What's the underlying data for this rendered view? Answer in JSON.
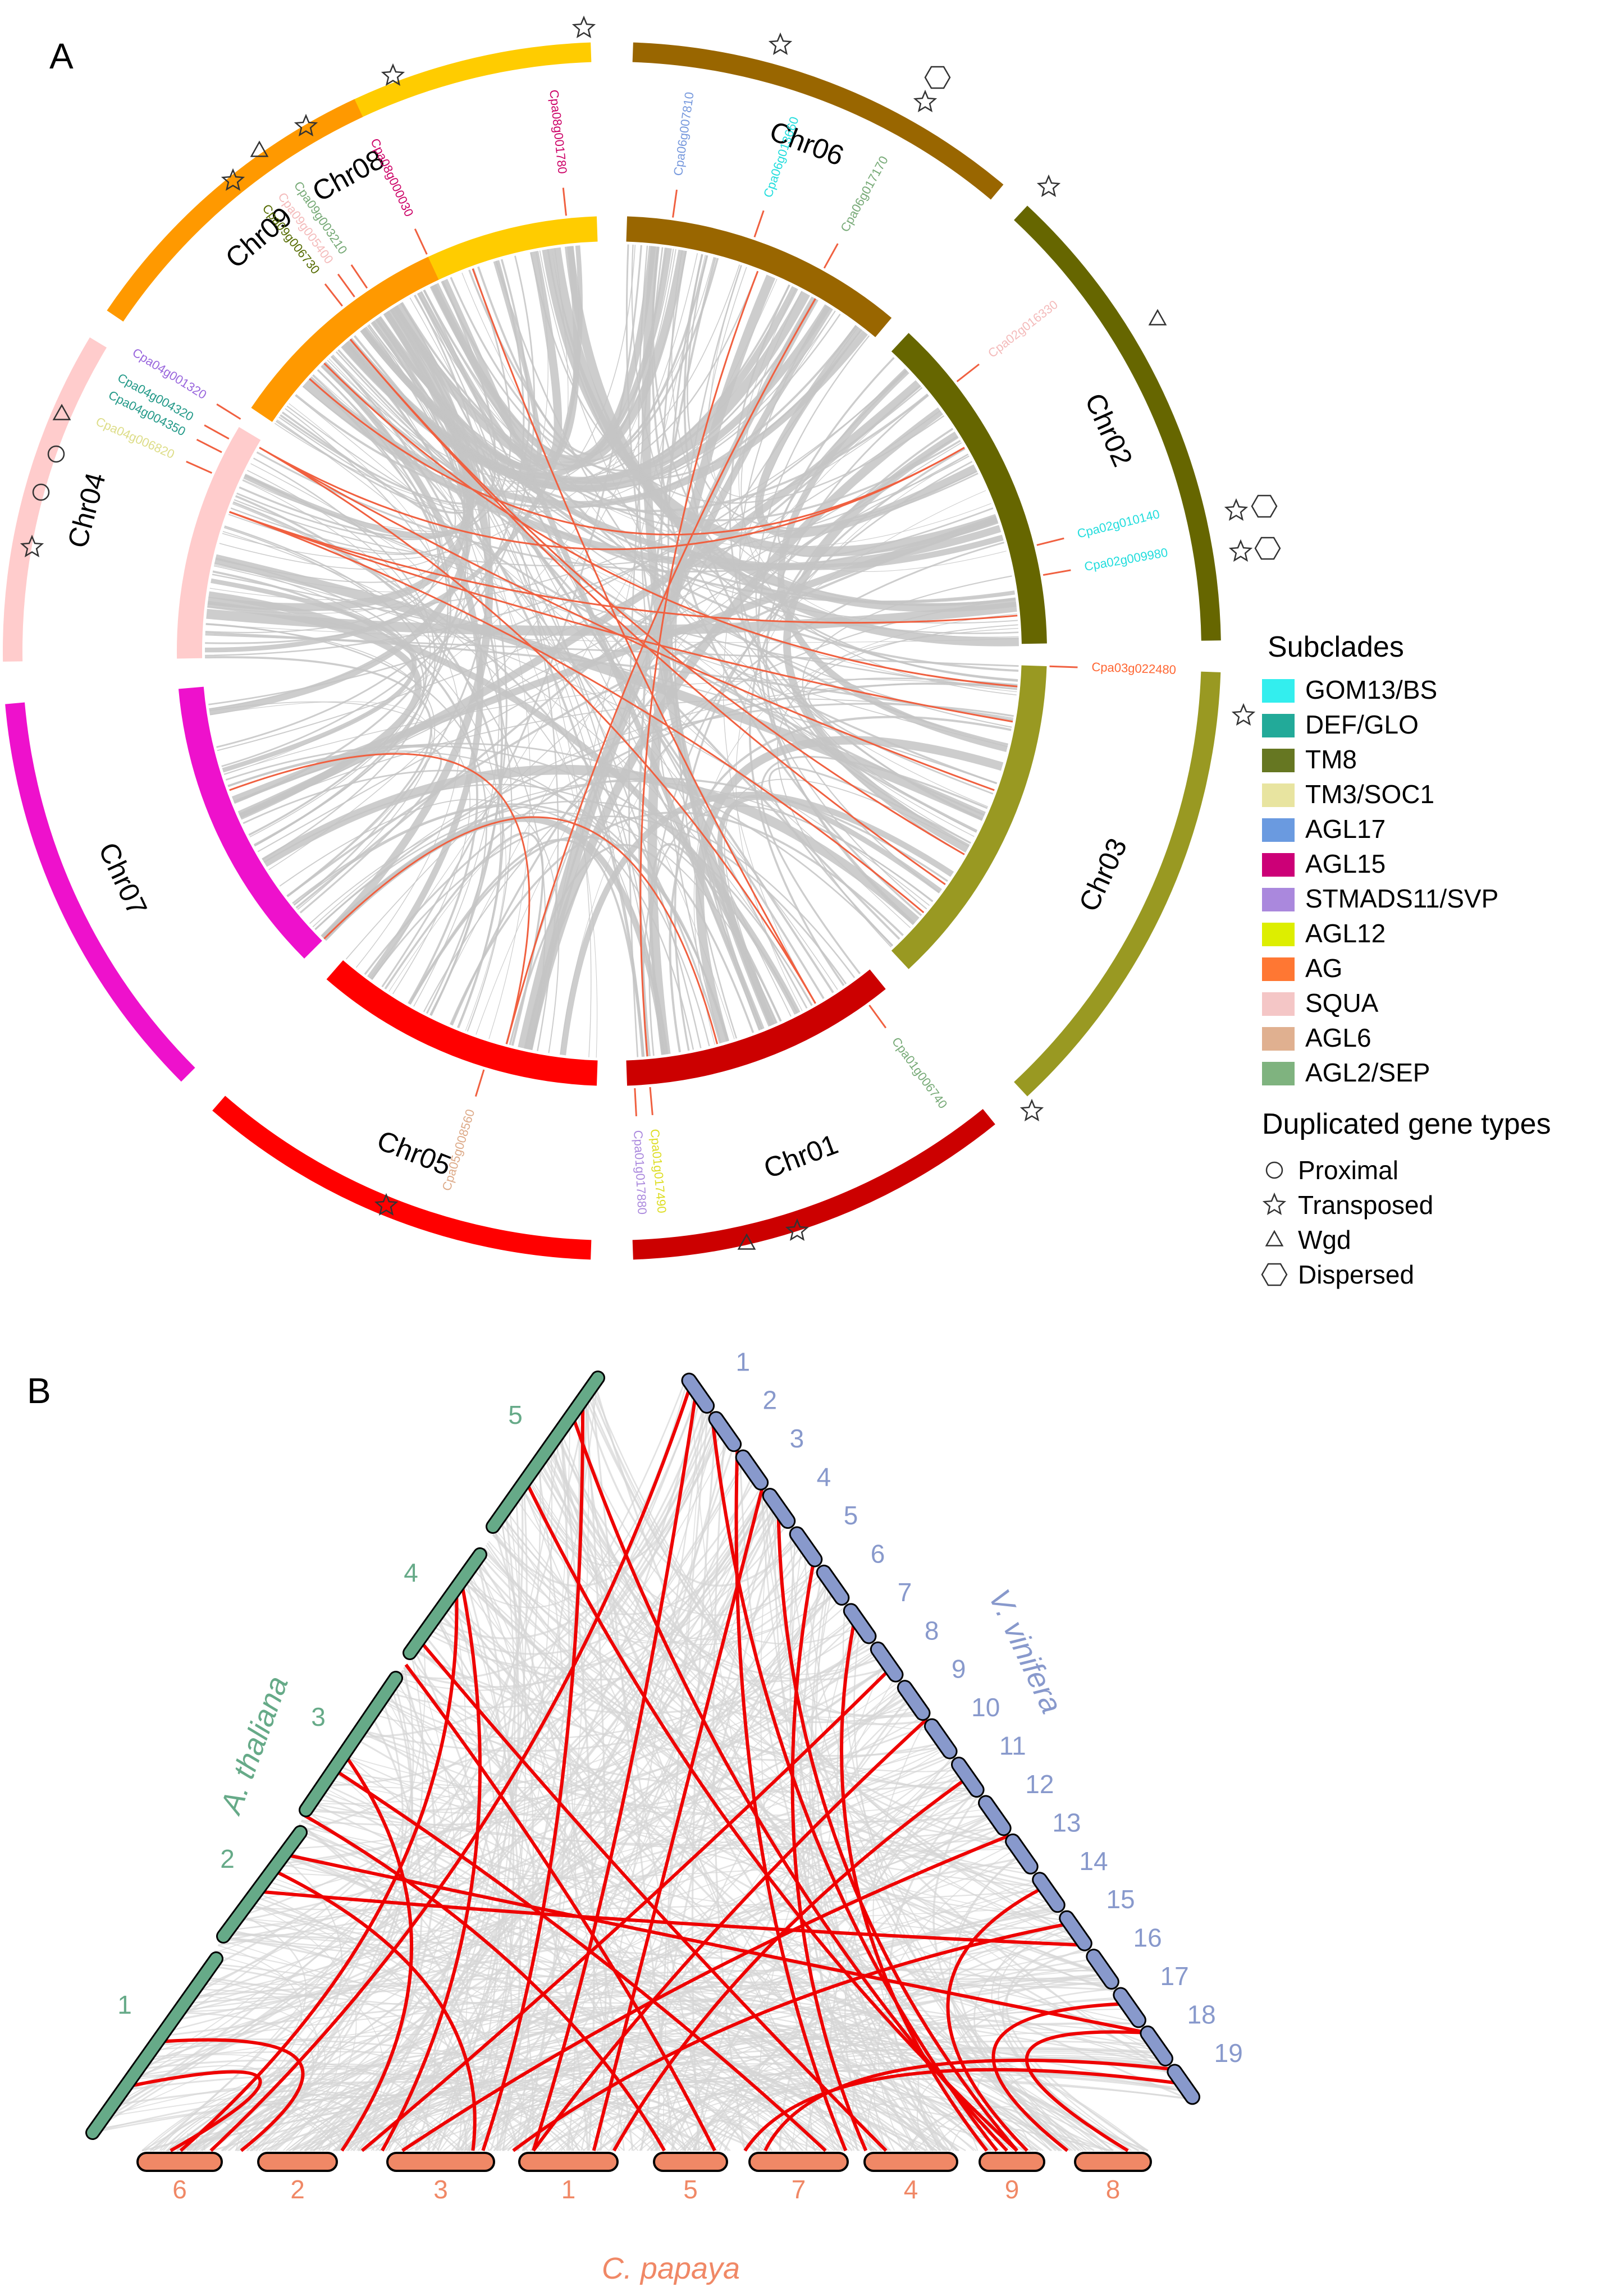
{
  "panelA": {
    "letter": "A",
    "chromosomes": [
      {
        "name": "Chr08",
        "color": "#FFCC00"
      },
      {
        "name": "Chr06",
        "color": "#996600"
      },
      {
        "name": "Chr02",
        "color": "#666600"
      },
      {
        "name": "Chr03",
        "color": "#999922"
      },
      {
        "name": "Chr01",
        "color": "#CC0000"
      },
      {
        "name": "Chr05",
        "color": "#FF0000"
      },
      {
        "name": "Chr07",
        "color": "#EE11CC"
      },
      {
        "name": "Chr04",
        "color": "#FFCCCC"
      },
      {
        "name": "Chr09",
        "color": "#FF9900"
      }
    ],
    "genes": [
      {
        "label": "Cpa08g001780",
        "color": "#CC0066"
      },
      {
        "label": "Cpa08g000030",
        "color": "#CC0066"
      },
      {
        "label": "Cpa09g003210",
        "color": "#77AA77"
      },
      {
        "label": "Cpa09g005400",
        "color": "#F4BBBB"
      },
      {
        "label": "Cpa09g006730",
        "color": "#556B00"
      },
      {
        "label": "Cpa04g001320",
        "color": "#9966DD"
      },
      {
        "label": "Cpa04g004320",
        "color": "#229988"
      },
      {
        "label": "Cpa04g004350",
        "color": "#229988"
      },
      {
        "label": "Cpa04g006820",
        "color": "#DDDD88"
      },
      {
        "label": "Cpa06g007810",
        "color": "#7799DD"
      },
      {
        "label": "Cpa06g013660",
        "color": "#22DDDD"
      },
      {
        "label": "Cpa06g017170",
        "color": "#77AA77"
      },
      {
        "label": "Cpa02g016330",
        "color": "#F4BBBB"
      },
      {
        "label": "Cpa02g010140",
        "color": "#22DDDD"
      },
      {
        "label": "Cpa02g009980",
        "color": "#22DDDD"
      },
      {
        "label": "Cpa03g022480",
        "color": "#FF6633"
      },
      {
        "label": "Cpa01g006740",
        "color": "#77AA77"
      },
      {
        "label": "Cpa01g017490",
        "color": "#DDDD22"
      },
      {
        "label": "Cpa01g017880",
        "color": "#AA88DD"
      },
      {
        "label": "Cpa05g008560",
        "color": "#DDAA88"
      }
    ],
    "legend": {
      "subclades_title": "Subclades",
      "subclades": [
        {
          "label": "GOM13/BS",
          "color": "#33EEEE"
        },
        {
          "label": "DEF/GLO",
          "color": "#22AA99"
        },
        {
          "label": "TM8",
          "color": "#667722"
        },
        {
          "label": "TM3/SOC1",
          "color": "#E8E4A0"
        },
        {
          "label": "AGL17",
          "color": "#6A9AE0"
        },
        {
          "label": "AGL15",
          "color": "#CC0077"
        },
        {
          "label": "STMADS11/SVP",
          "color": "#AA88DD"
        },
        {
          "label": "AGL12",
          "color": "#DDEE00"
        },
        {
          "label": "AG",
          "color": "#FF7733"
        },
        {
          "label": "SQUA",
          "color": "#F4C6C6"
        },
        {
          "label": "AGL6",
          "color": "#E0B090"
        },
        {
          "label": "AGL2/SEP",
          "color": "#7FB37F"
        }
      ],
      "dup_title": "Duplicated gene types",
      "dup_types": [
        {
          "label": "Proximal",
          "icon": "circle-icon"
        },
        {
          "label": "Transposed",
          "icon": "star-icon"
        },
        {
          "label": "Wgd",
          "icon": "triangle-icon"
        },
        {
          "label": "Dispersed",
          "icon": "hexagon-icon"
        }
      ]
    }
  },
  "panelB": {
    "letter": "B",
    "species": {
      "athaliana": "A. thaliana",
      "vvinifera": "V. vinifera",
      "cpapaya": "C. papaya"
    },
    "athaliana_chrs": [
      "1",
      "2",
      "3",
      "4",
      "5"
    ],
    "vvinifera_chrs": [
      "1",
      "2",
      "3",
      "4",
      "5",
      "6",
      "7",
      "8",
      "9",
      "10",
      "11",
      "12",
      "13",
      "14",
      "15",
      "16",
      "17",
      "18",
      "19"
    ],
    "cpapaya_chrs": [
      "6",
      "2",
      "3",
      "1",
      "5",
      "7",
      "4",
      "9",
      "8"
    ],
    "colors": {
      "athaliana": "#66AA88",
      "vvinifera": "#8899CC",
      "cpapaya": "#F08866",
      "synteny": "#D6D6D6",
      "highlight": "#EE0000"
    }
  }
}
